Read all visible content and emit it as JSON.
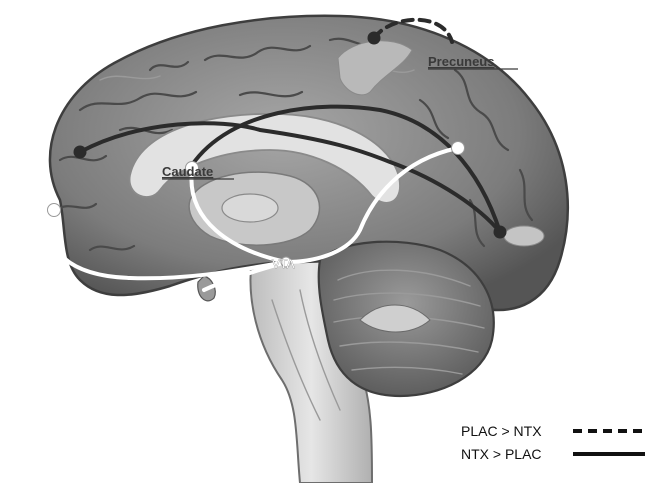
{
  "regions": {
    "precuneus": "Precuneus",
    "caudate": "Caudate",
    "vta": "VTA"
  },
  "legend": {
    "dashed": "PLAC > NTX",
    "solid": "NTX > PLAC"
  },
  "colors": {
    "connection_dark": "#2b2b2b",
    "connection_light": "#ffffff",
    "cortex": "#7d7d7d",
    "cortex_shadow": "#4f4f4f"
  }
}
